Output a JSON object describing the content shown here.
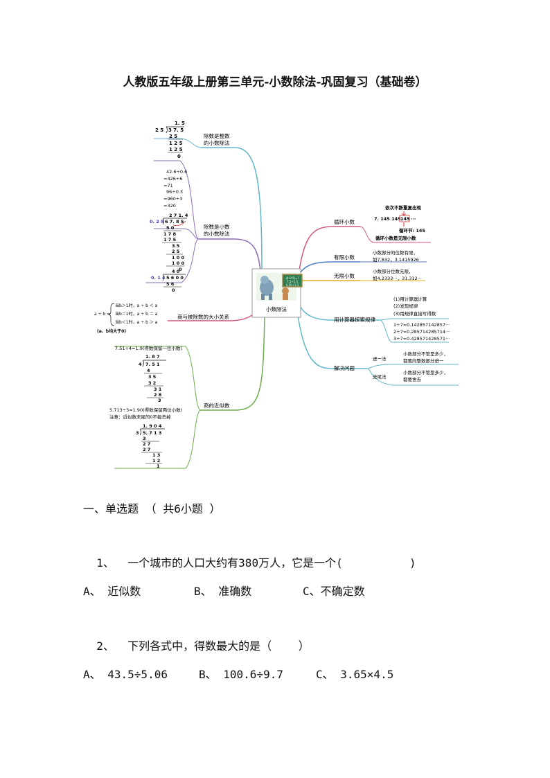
{
  "title": "人教版五年级上册第三单元-小数除法-巩固复习（基础卷）",
  "mindmap": {
    "center_label": "小数除法",
    "center_card": {
      "line1": "(4-0.5)=?",
      "line2": "7.5÷1.5",
      "line3": "0.35÷1.5"
    },
    "left_branches": {
      "b1": "除数是整数的小数除法",
      "b1_lines": [
        "除数是整数",
        "的小数除法"
      ],
      "b2_lines": [
        "除数是小数",
        "的小数除法"
      ],
      "b3": "商与被除数的大小关系",
      "b4": "商的近似数"
    },
    "right_branches": {
      "b1": "循环小数",
      "b2": "有限小数",
      "b3": "无限小数",
      "b4": "用计算器探索规律",
      "b5": "解决问题"
    },
    "ex1": {
      "quotient": "1. 5",
      "divisor": "2 5",
      "dividend": "3 7. 5",
      "steps": [
        "2 5",
        "1 2 5",
        "1 2 5",
        "0"
      ]
    },
    "ex2_eq": [
      "42.6÷0.6",
      "=426÷6",
      "=71",
      "96÷0.3",
      "=960÷3",
      "=320"
    ],
    "ex2_div": {
      "quotient": "2 7 1. 4",
      "divisor": "0. 2 5",
      "dividend": "6 7. 8 5",
      "steps": [
        "5 0",
        "1 7 8",
        "1 7 5",
        "3 5",
        "2 5",
        "1 0 0",
        "1 0 0",
        "0"
      ]
    },
    "ex3_div": {
      "quotient": "4 0",
      "divisor": "0. 1 4",
      "dividend": "5 6 0 0",
      "steps": [
        "5 6",
        "0"
      ]
    },
    "relation": {
      "lead": "a ÷ b =",
      "rows": [
        "当b＞1时，a ÷ b ＜ a",
        "当b＝1时，a ÷ b ＝ a",
        "当b＜1时，a ÷ b ＞ a"
      ],
      "note": "(a、b均大于0)"
    },
    "approx1": {
      "eq": "7.51÷4≈1.9(得数保留一位小数)",
      "quotient": "1. 8 7",
      "divisor": "4",
      "dividend": "7. 5 1",
      "steps": [
        "4",
        "3 5",
        "3 2",
        "3 1",
        "2 8",
        "3"
      ]
    },
    "approx2": {
      "eq": "5.713÷3≈1.90(得数保留两位小数)",
      "note": "注意：近似数末尾的0不能去掉",
      "quotient": "1. 9 0 4",
      "divisor": "3",
      "dividend": "5. 7 1 3",
      "steps": [
        "3",
        "2 7",
        "2 7",
        "1 3",
        "1 2",
        "1"
      ]
    },
    "cycle": {
      "top": "依次不断重复出现",
      "example": "7.  145 145 ",
      "box": "145",
      "tail": "···",
      "node": "循环节: 145",
      "note": "循环小数是无限小数"
    },
    "finite": [
      "小数部分的位数有限，",
      "如7.832，3.1415926"
    ],
    "infinite": [
      "小数部分位数无限，",
      "如4.2333···，31.312···"
    ],
    "calc": {
      "steps": [
        "(1)用计算器计算",
        "(2)发现规律",
        "(3)用规律直接写得数"
      ],
      "results": [
        "1÷7=0.142857142857···",
        "2÷7=0.285714285714···",
        "3÷7=0.428571428571···"
      ]
    },
    "solve": {
      "up": "进一法",
      "up_desc": [
        "小数部分不管是多少，",
        "都要向整数部分进一"
      ],
      "down": "去尾法",
      "down_desc": [
        "小数部分不管是多少，",
        "都要舍去"
      ]
    }
  },
  "section": "一、单选题 （ 共6小题 ）",
  "questions": [
    {
      "num": "1、",
      "text": "一个城市的人口大约有380万人，它是一个(          )",
      "options": [
        "A、 近似数",
        "B、 准确数",
        "C、不确定数"
      ]
    },
    {
      "num": "2、",
      "text": "下列各式中，得数最大的是（    ）",
      "options": [
        "A、 43.5÷5.06",
        "B、 100.6÷9.7",
        "C、 3.65×4.5"
      ]
    }
  ],
  "colors": {
    "teal": "#5fb8c9",
    "purple": "#8a6fb5",
    "pink": "#d2577a",
    "green": "#6cab4e",
    "blue": "#4e7fc5",
    "red": "#d03030"
  }
}
